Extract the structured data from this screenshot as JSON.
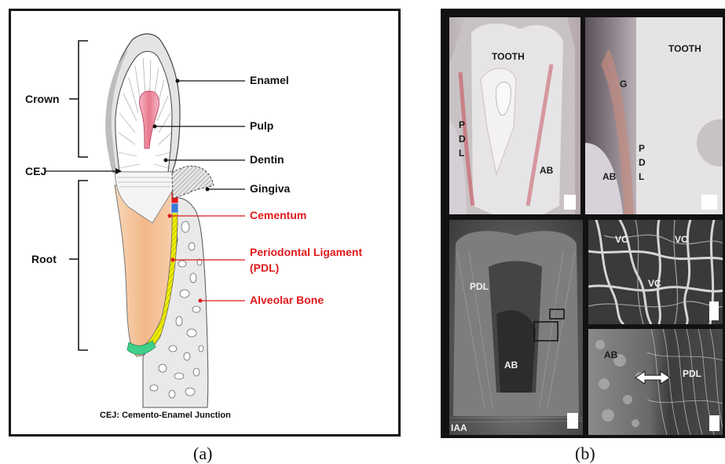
{
  "panel_a": {
    "letter": "(a)",
    "labels": {
      "crown": "Crown",
      "cej": "CEJ",
      "root": "Root",
      "enamel": "Enamel",
      "pulp": "Pulp",
      "dentin": "Dentin",
      "gingiva": "Gingiva",
      "cementum": "Cementum",
      "pdl_line1": "Periodontal Ligament",
      "pdl_line2": "(PDL)",
      "alveolar_bone": "Alveolar Bone",
      "footnote": "CEJ: Cemento-Enamel  Junction"
    },
    "colors": {
      "black_labels": "#111111",
      "red_labels": "#e0191c"
    }
  },
  "panel_b": {
    "letter": "(b)",
    "photo1": {
      "tooth": "TOOTH",
      "pdl_p": "P",
      "pdl_d": "D",
      "pdl_l": "L",
      "ab": "AB"
    },
    "photo2": {
      "tooth": "TOOTH",
      "g": "G",
      "pdl_p": "P",
      "pdl_d": "D",
      "pdl_l": "L",
      "ab": "AB"
    },
    "sem1": {
      "pdl": "PDL",
      "ab": "AB",
      "iaa": "IAA"
    },
    "sem2": {
      "vc1": "VC",
      "vc2": "VC",
      "vc3": "VC"
    },
    "sem3": {
      "ab": "AB",
      "pdl": "PDL"
    }
  }
}
